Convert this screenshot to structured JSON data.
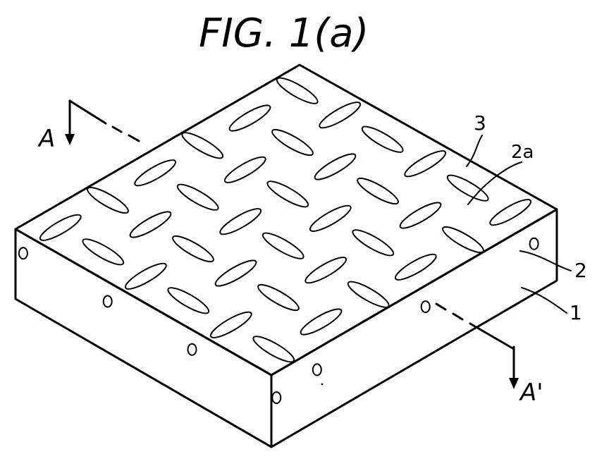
{
  "figure": {
    "title": "FIG. 1(a)",
    "labels": {
      "block": "1",
      "holes": "2",
      "hole_opening": "2a",
      "surface": "3",
      "section_a": "A",
      "section_a_prime": "A'"
    }
  }
}
